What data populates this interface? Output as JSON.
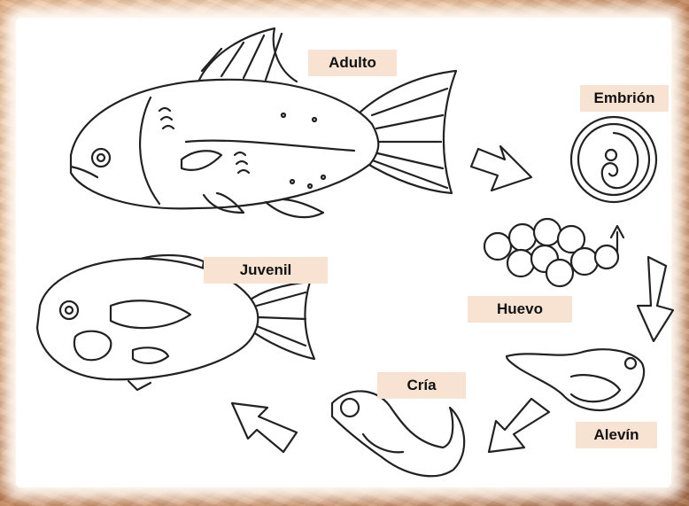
{
  "labels": {
    "adulto": "Adulto",
    "embrion": "Embrión",
    "huevo": "Huevo",
    "alevin": "Alevín",
    "cria": "Cría",
    "juvenil": "Juvenil"
  },
  "colors": {
    "label_bg": "#f8e3d3",
    "stroke": "#222222",
    "frame": "#c98552"
  }
}
